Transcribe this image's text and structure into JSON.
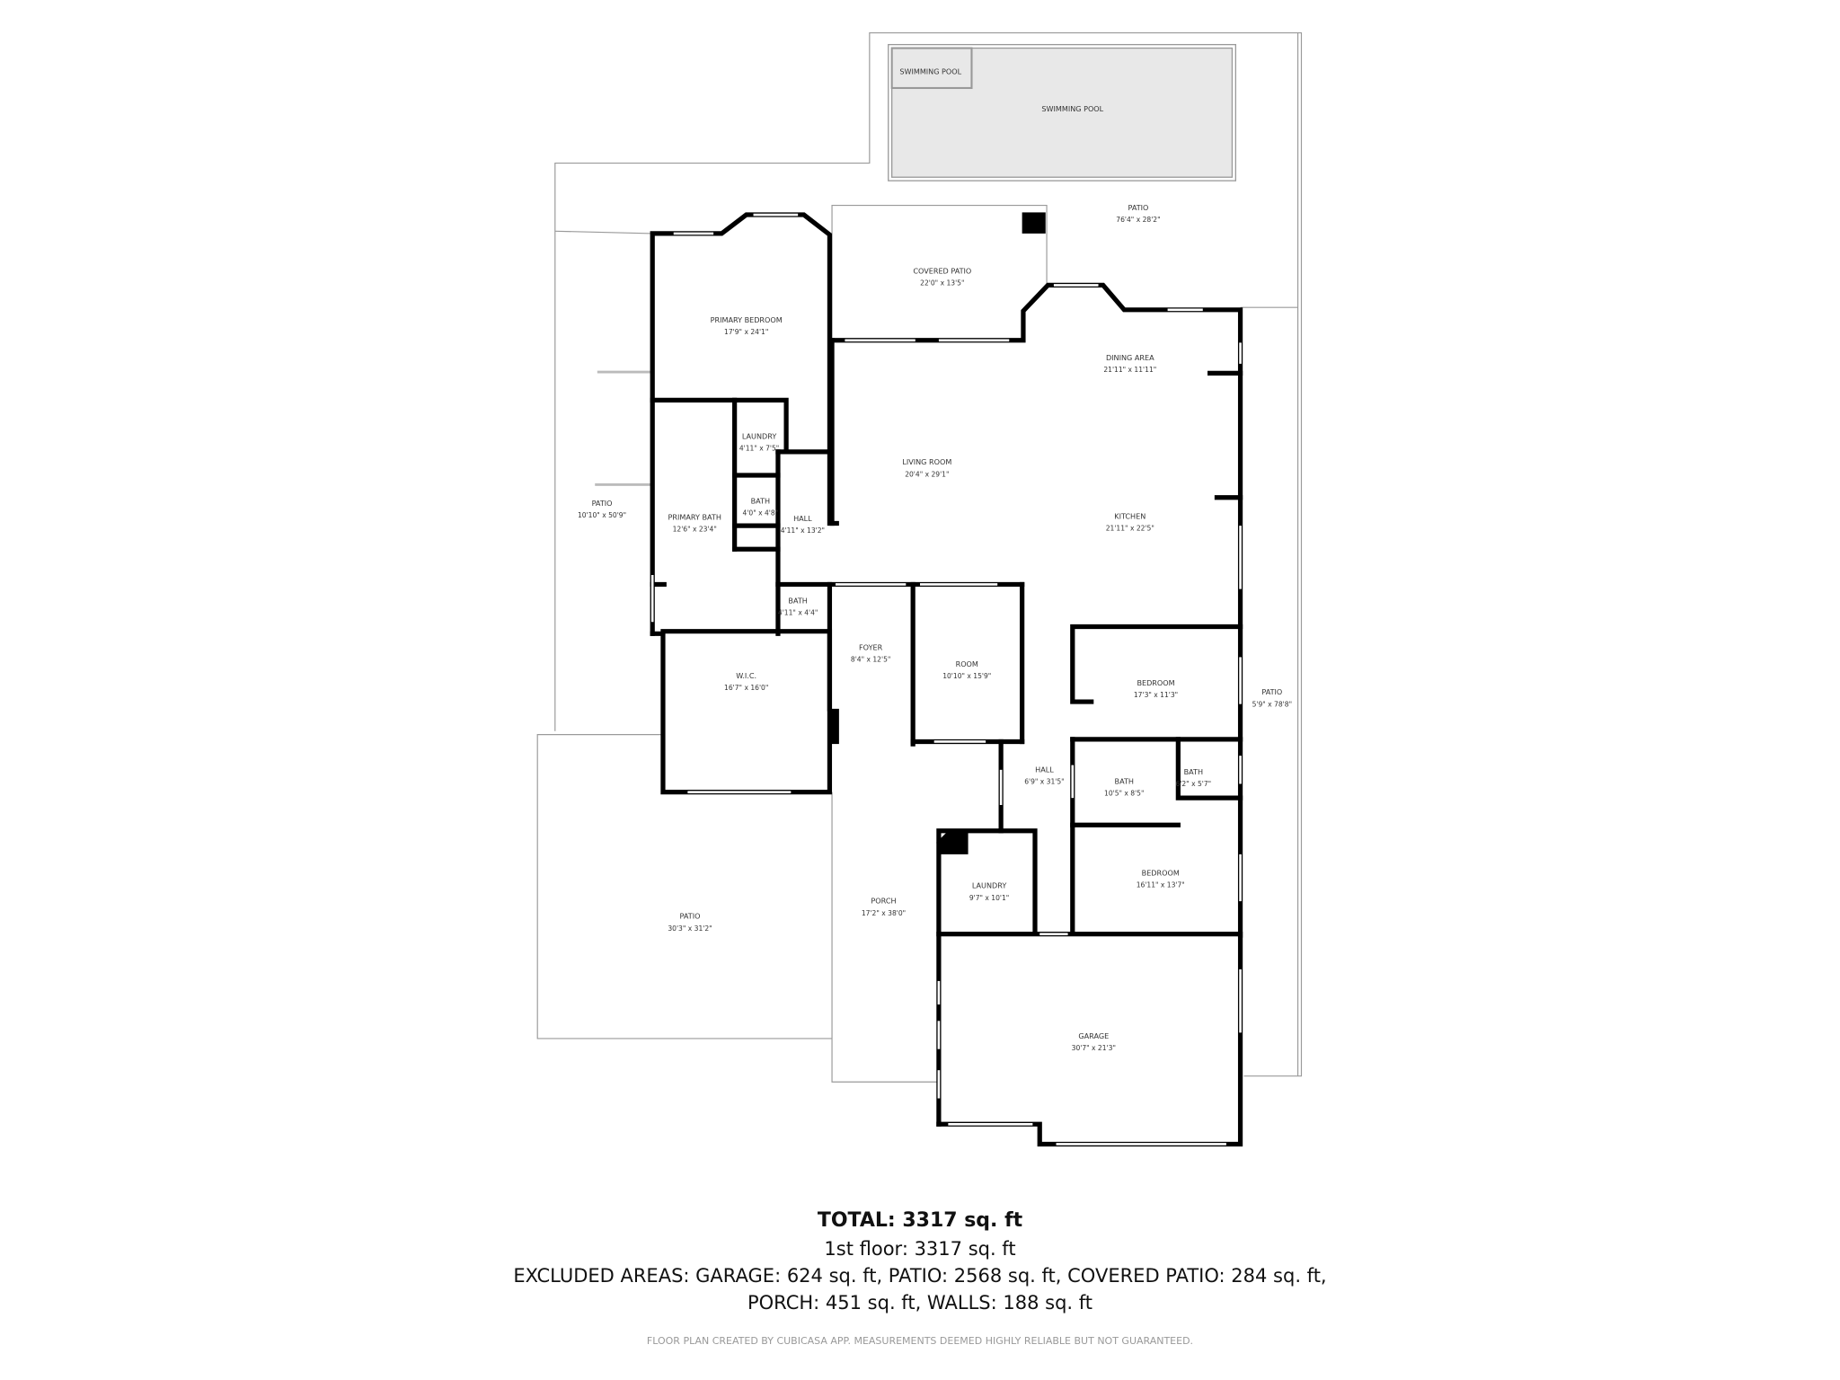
{
  "rooms": [
    {
      "name": "SWIMMING POOL",
      "dims": ""
    },
    {
      "name": "SWIMMING POOL",
      "dims": ""
    },
    {
      "name": "PATIO",
      "dims": "76'4\" x 28'2\""
    },
    {
      "name": "COVERED PATIO",
      "dims": "22'0\" x 13'5\""
    },
    {
      "name": "PRIMARY BEDROOM",
      "dims": "17'9\" x 24'1\""
    },
    {
      "name": "DINING AREA",
      "dims": "21'11\" x 11'11\""
    },
    {
      "name": "LAUNDRY",
      "dims": "4'11\" x 7'5\""
    },
    {
      "name": "LIVING ROOM",
      "dims": "20'4\" x 29'1\""
    },
    {
      "name": "PATIO",
      "dims": "10'10\" x 50'9\""
    },
    {
      "name": "BATH",
      "dims": "4'0\" x 4'8\""
    },
    {
      "name": "PRIMARY BATH",
      "dims": "12'6\" x 23'4\""
    },
    {
      "name": "HALL",
      "dims": "4'11\" x 13'2\""
    },
    {
      "name": "KITCHEN",
      "dims": "21'11\" x 22'5\""
    },
    {
      "name": "BATH",
      "dims": "4'11\" x 4'4\""
    },
    {
      "name": "FOYER",
      "dims": "8'4\" x 12'5\""
    },
    {
      "name": "ROOM",
      "dims": "10'10\" x 15'9\""
    },
    {
      "name": "BEDROOM",
      "dims": "17'3\" x 11'3\""
    },
    {
      "name": "PATIO",
      "dims": "5'9\" x 78'8\""
    },
    {
      "name": "W.I.C.",
      "dims": "16'7\" x 16'0\""
    },
    {
      "name": "HALL",
      "dims": "6'9\" x 31'5\""
    },
    {
      "name": "BATH",
      "dims": "10'5\" x 8'5\""
    },
    {
      "name": "BATH",
      "dims": "6'2\" x 5'7\""
    },
    {
      "name": "BEDROOM",
      "dims": "16'11\" x 13'7\""
    },
    {
      "name": "LAUNDRY",
      "dims": "9'7\" x 10'1\""
    },
    {
      "name": "PORCH",
      "dims": "17'2\" x 38'0\""
    },
    {
      "name": "PATIO",
      "dims": "30'3\" x 31'2\""
    },
    {
      "name": "GARAGE",
      "dims": "30'7\" x 21'3\""
    }
  ],
  "summary": {
    "total": "TOTAL: 3317 sq. ft",
    "floor1": "1st floor: 3317 sq. ft",
    "excluded_line1": "EXCLUDED AREAS: GARAGE: 624 sq. ft, PATIO: 2568 sq. ft, COVERED PATIO: 284 sq. ft,",
    "excluded_line2": "PORCH: 451 sq. ft, WALLS: 188 sq. ft",
    "credit": "FLOOR PLAN CREATED BY CUBICASA APP. MEASUREMENTS DEEMED HIGHLY RELIABLE BUT NOT GUARANTEED."
  },
  "colors": {
    "wall": "#000000",
    "pool": "#e8e8e8",
    "outline": "#9a9a9a"
  }
}
